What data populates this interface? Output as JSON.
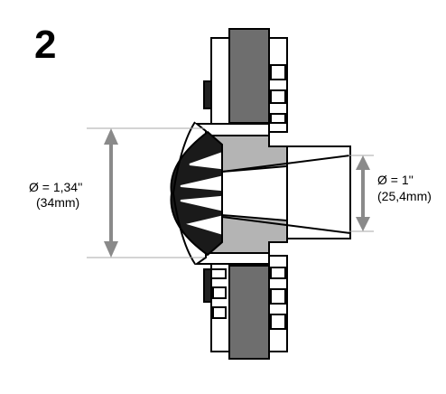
{
  "figure": {
    "step_number": "2",
    "dimensions": [
      {
        "id": "dome",
        "line1": "Ø = 1,34''",
        "line2": "(34mm)"
      },
      {
        "id": "throat",
        "line1": "Ø = 1''",
        "line2": "(25,4mm)"
      }
    ]
  },
  "colors": {
    "outline": "#000000",
    "magnet_gray": "#6e6e6e",
    "pole_gray": "#b4b4b4",
    "arrow_gray": "#8a8a8a",
    "dome_dark": "#1a1a1a",
    "background": "#ffffff"
  }
}
